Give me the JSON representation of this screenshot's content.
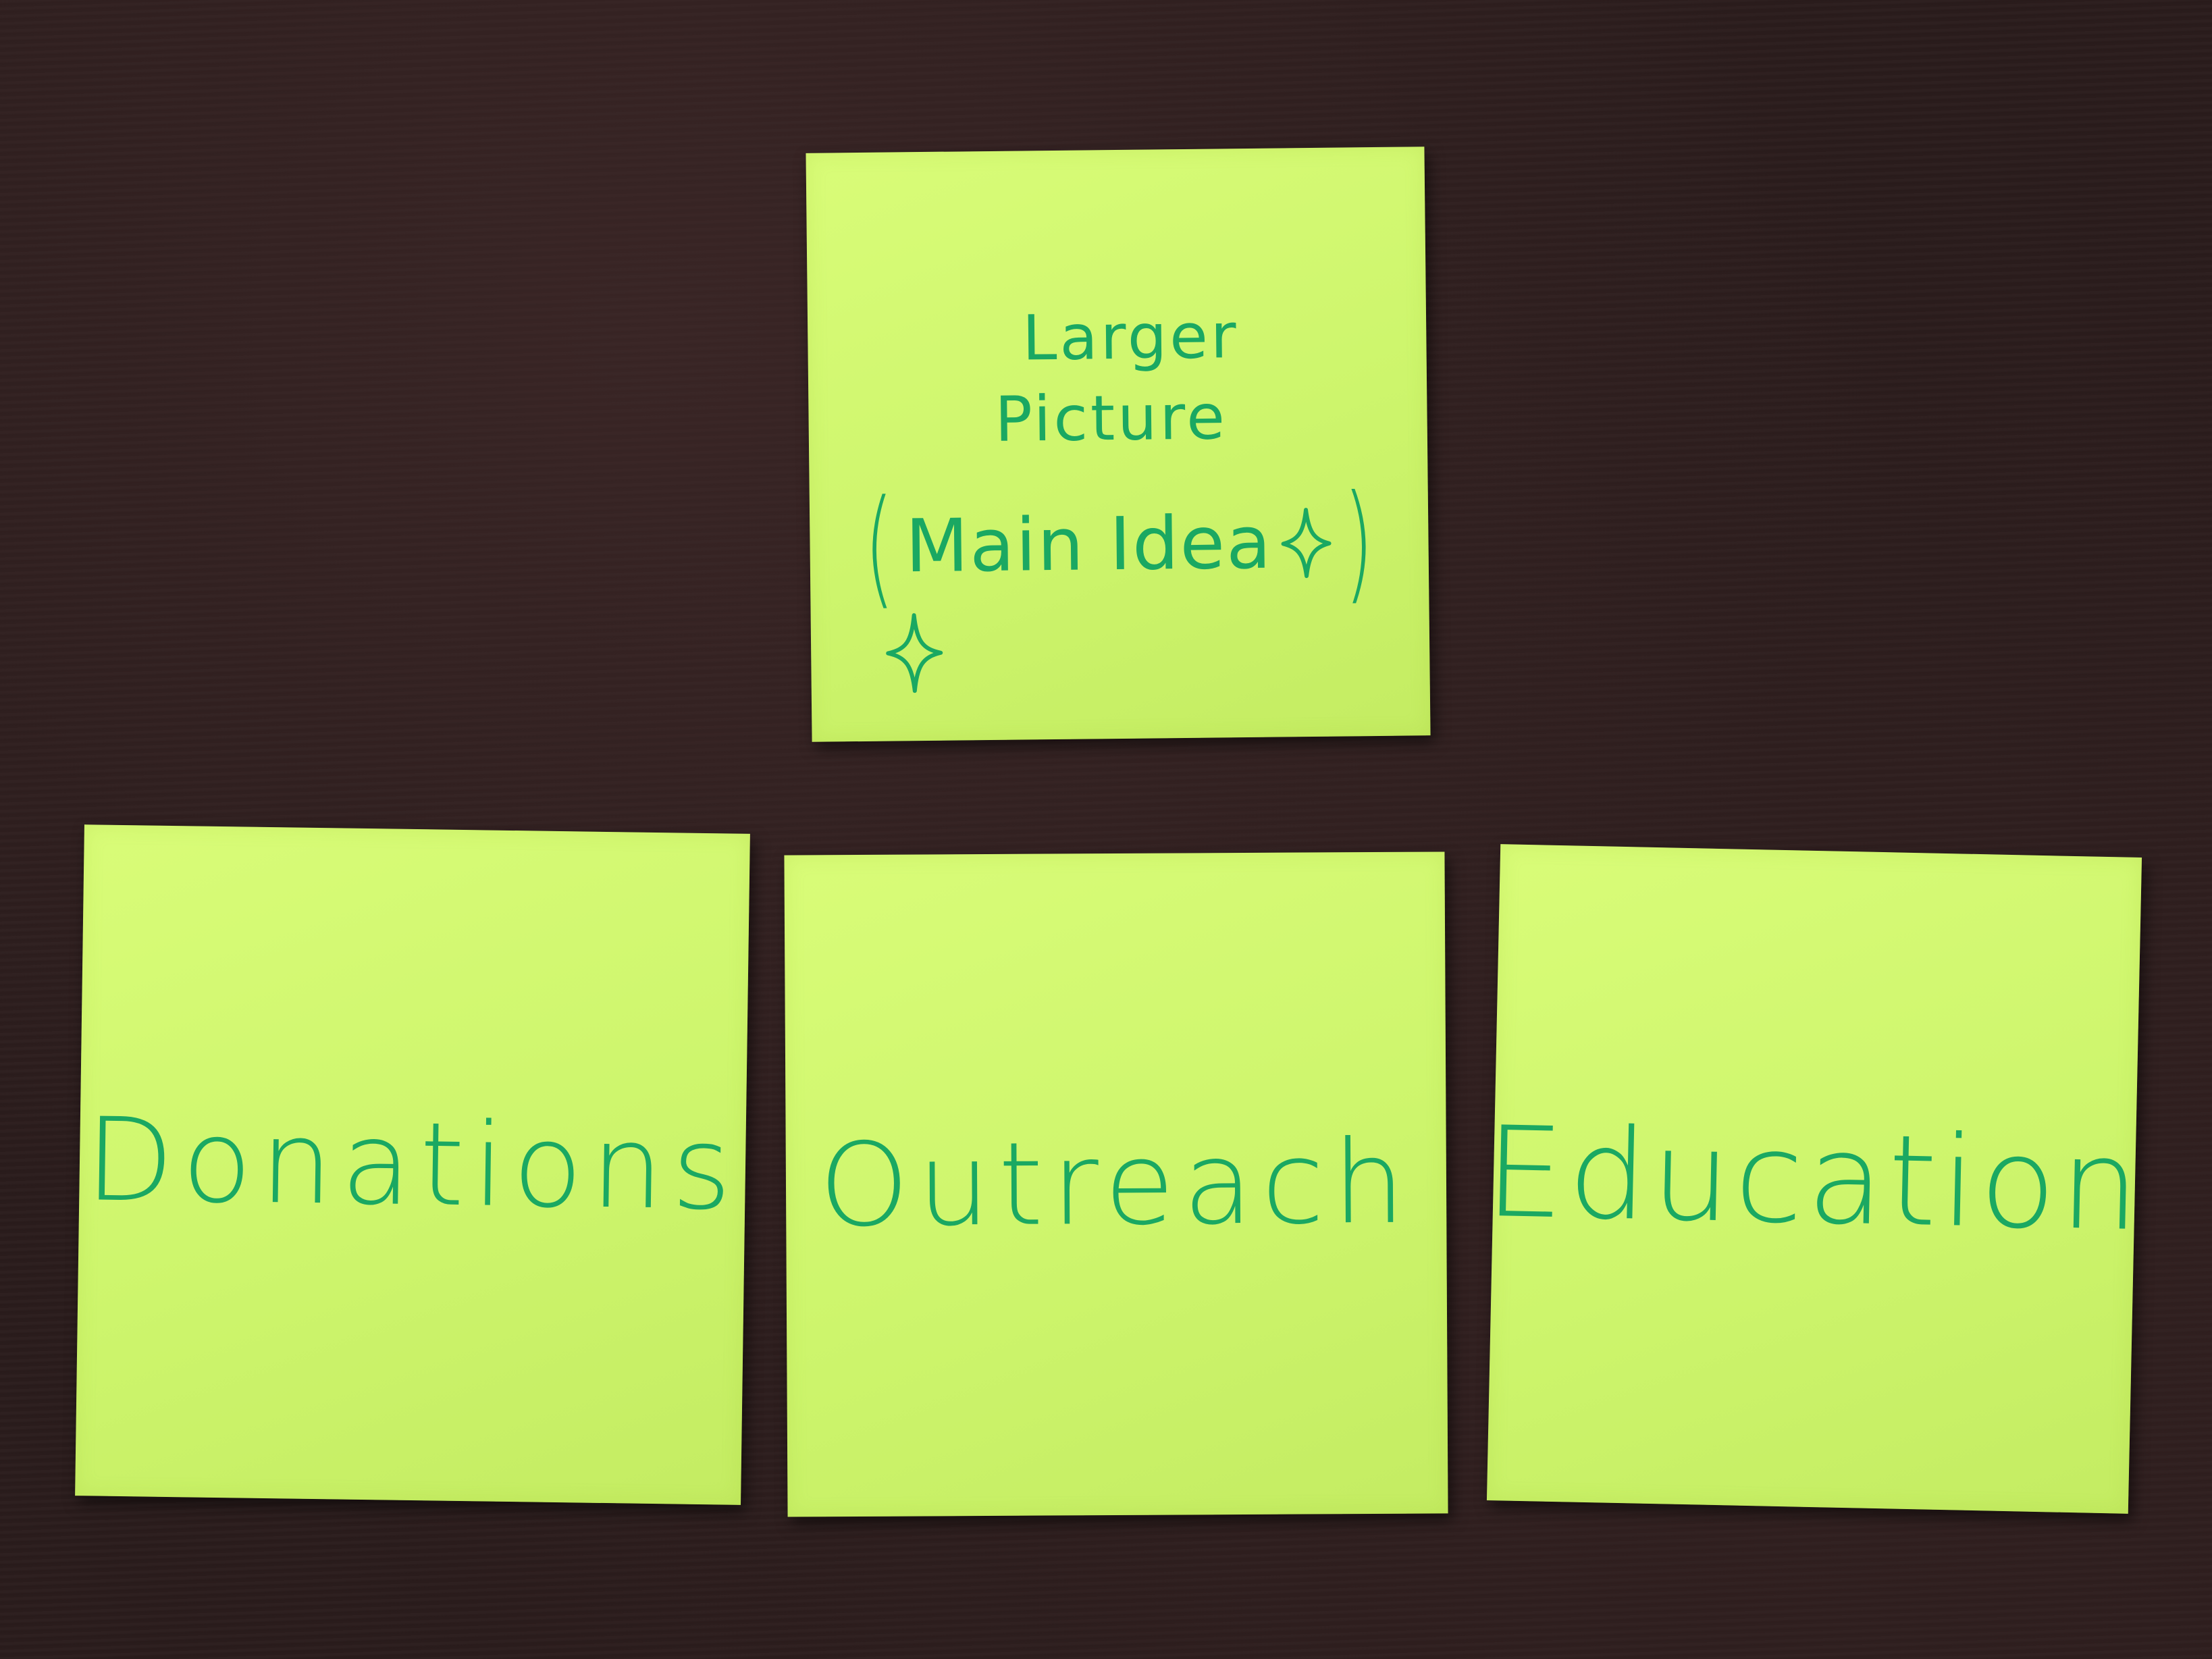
{
  "scene": {
    "background_color": "#2a1c1c",
    "note_color": "#cdf56c",
    "ink_color": "#1aa862"
  },
  "notes": {
    "top": {
      "line1": "Larger",
      "line2": "Picture",
      "line3_open": "(",
      "line3_text": "Main Idea",
      "line3_close": ")",
      "icon": "sparkle-icon"
    },
    "left": {
      "text": "Donations"
    },
    "middle": {
      "text": "Outreach"
    },
    "right": {
      "text": "Education"
    }
  }
}
